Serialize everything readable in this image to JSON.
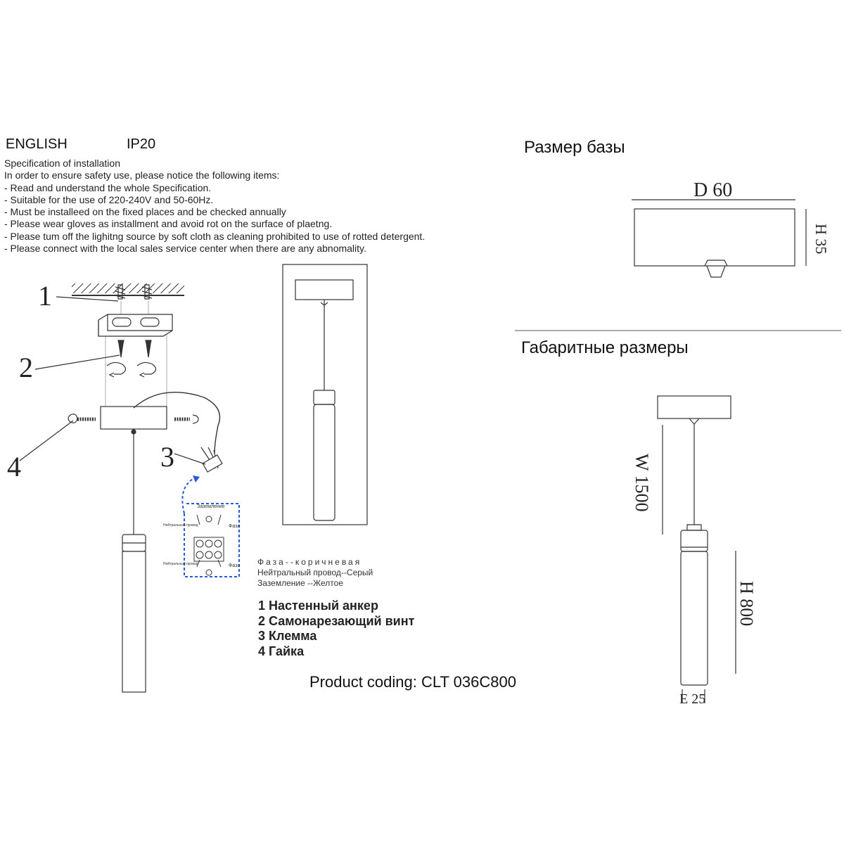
{
  "header": {
    "language": "ENGLISH",
    "ip_rating": "IP20"
  },
  "specification": {
    "title": "Specification of installation",
    "intro": "In order to ensure safety use, please notice the following items:",
    "items": [
      "- Read and understand the whole Specification.",
      "- Suitable for the use of 220-240V and 50-60Hz.",
      "- Must be installeed on the fixed places and be checked annually",
      "- Please wear gloves as installment and avoid rot on the surface of plaetng.",
      "- Please tum off the lighitng source by soft cloth as cleaning prohibited to use of rotted detergent.",
      "- Please connect with the local sales service center when there are any abnomality."
    ]
  },
  "callouts": [
    "1",
    "2",
    "3",
    "4"
  ],
  "wiring_diagram": {
    "ground_label": "Заземление",
    "neutral_label": "Нейтральный провод",
    "phase_label": "Фаза"
  },
  "wire_colors": {
    "phase": "Фаза--коричневая",
    "neutral": "Нейтральный провод--Серый",
    "ground": "Заземление --Желтое"
  },
  "parts_list": [
    "1 Настенный анкер",
    "2 Самонарезающий винт",
    "3 Клемма",
    "4 Гайка"
  ],
  "product_coding": "Product coding: CLT 036C800",
  "base_size": {
    "heading": "Размер базы",
    "diameter": "D 60",
    "height": "H 35"
  },
  "overall_size": {
    "heading": "Габаритные размеры",
    "cable_length": "W 1500",
    "body_height": "H 800",
    "body_diameter": "E 25"
  }
}
